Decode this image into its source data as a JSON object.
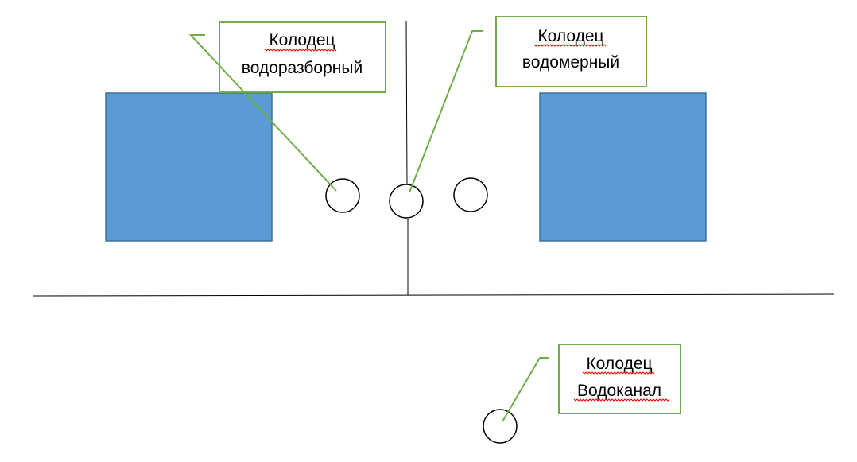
{
  "colors": {
    "building_fill": "#5b9bd5",
    "building_stroke": "#41719c",
    "callout": "#70ad47",
    "line": "#000000",
    "spellcheck": "#ee0000"
  },
  "callouts": [
    {
      "line1": "Колодец",
      "line2": "водоразборный"
    },
    {
      "line1": "Колодец",
      "line2": "водомерный"
    },
    {
      "line1": "Колодец",
      "line2": "Водоканал"
    }
  ]
}
